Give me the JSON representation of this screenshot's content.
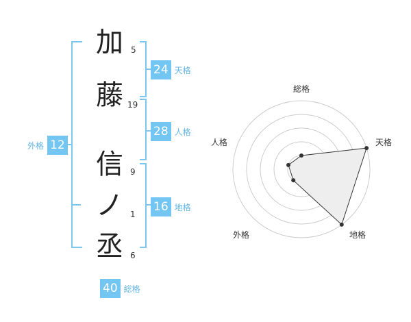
{
  "name": {
    "chars": [
      {
        "char": "加",
        "strokes": "5"
      },
      {
        "char": "藤",
        "strokes": "19"
      },
      {
        "char": "信",
        "strokes": "9"
      },
      {
        "char": "ノ",
        "strokes": "1"
      },
      {
        "char": "丞",
        "strokes": "6"
      }
    ]
  },
  "fortunes": {
    "tenkaku": {
      "value": "24",
      "label": "天格"
    },
    "jinkaku": {
      "value": "28",
      "label": "人格"
    },
    "chikaku": {
      "value": "16",
      "label": "地格"
    },
    "gaikaku": {
      "value": "12",
      "label": "外格"
    },
    "soukaku": {
      "value": "40",
      "label": "総格"
    }
  },
  "colors": {
    "accent": "#74c6f2",
    "bracket": "#7cc7ef",
    "radar_fill": "#eeeeee",
    "ring": "#cccccc"
  },
  "chart_data": {
    "type": "radar",
    "axes": [
      "総格",
      "天格",
      "地格",
      "外格",
      "人格"
    ],
    "scale_max": 5,
    "rings": 5,
    "values": [
      1,
      5,
      5,
      1,
      1
    ]
  }
}
